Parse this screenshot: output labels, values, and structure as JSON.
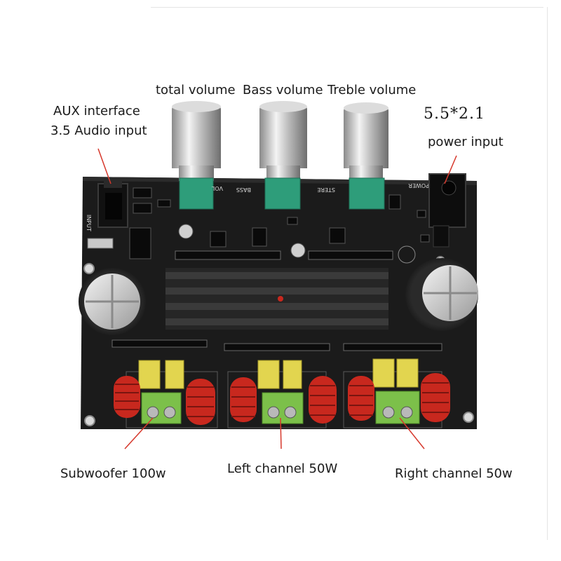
{
  "labels": {
    "aux_line1": "AUX interface",
    "aux_line2": "3.5 Audio input",
    "total_volume": "total volume",
    "bass_volume": "Bass volume",
    "treble_volume": "Treble volume",
    "power_spec": "5.5*2.1",
    "power_input": "power input",
    "subwoofer": "Subwoofer 100w",
    "left_channel": "Left channel 50W",
    "right_channel": "Right channel 50w"
  },
  "silkscreen": {
    "input": "INPUT",
    "vol": "VOL",
    "bass": "BASS",
    "stereo": "STERE",
    "power": "POWER"
  },
  "colors": {
    "board": "#1b1b1b",
    "heatsink": "#262626",
    "pot_green": "#2e9d7a",
    "capacitor_yellow": "#e2d54f",
    "coil_red": "#c8281e",
    "terminal_green": "#7cc04a",
    "arrow_red": "#d6382c"
  }
}
